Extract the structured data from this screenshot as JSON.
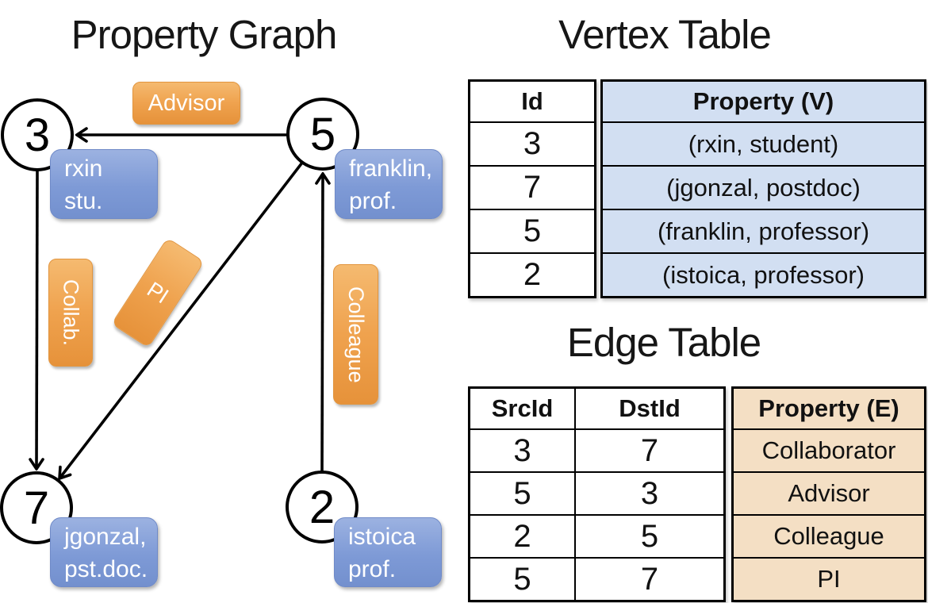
{
  "graph": {
    "title": "Property Graph",
    "nodes": [
      {
        "id": "3"
      },
      {
        "id": "5"
      },
      {
        "id": "7"
      },
      {
        "id": "2"
      }
    ],
    "property_boxes": [
      {
        "line1": "rxin",
        "line2": "stu."
      },
      {
        "line1": "franklin,",
        "line2": "prof."
      },
      {
        "line1": "jgonzal,",
        "line2": "pst.doc."
      },
      {
        "line1": "istoica",
        "line2": "prof."
      }
    ],
    "edge_labels": {
      "advisor": "Advisor",
      "collab": "Collab.",
      "pi": "PI",
      "colleague": "Colleague"
    }
  },
  "vertex_table": {
    "title": "Vertex Table",
    "headers": {
      "id": "Id",
      "property": "Property (V)"
    },
    "rows": [
      {
        "id": "3",
        "property": "(rxin, student)"
      },
      {
        "id": "7",
        "property": "(jgonzal, postdoc)"
      },
      {
        "id": "5",
        "property": "(franklin, professor)"
      },
      {
        "id": "2",
        "property": "(istoica, professor)"
      }
    ]
  },
  "edge_table": {
    "title": "Edge Table",
    "headers": {
      "src": "SrcId",
      "dst": "DstId",
      "property": "Property (E)"
    },
    "rows": [
      {
        "src": "3",
        "dst": "7",
        "property": "Collaborator"
      },
      {
        "src": "5",
        "dst": "3",
        "property": "Advisor"
      },
      {
        "src": "2",
        "dst": "5",
        "property": "Colleague"
      },
      {
        "src": "5",
        "dst": "7",
        "property": "PI"
      }
    ]
  },
  "colors": {
    "edge_label_orange": "#EFA24E",
    "property_box_blue": "#7E9AD6",
    "vertex_property_fill": "#D2DFF2",
    "edge_property_fill": "#F4DFC4",
    "line_black": "#000000"
  }
}
